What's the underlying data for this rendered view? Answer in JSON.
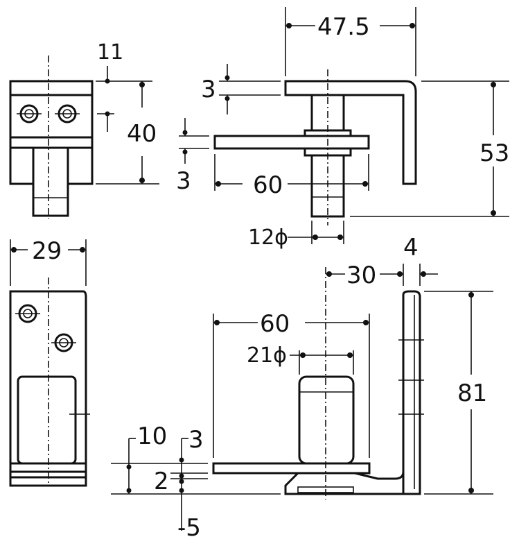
{
  "dimensions": {
    "top_width": "47.5",
    "top_flange": "3",
    "top_height": "53",
    "top_plate": "3",
    "top_plate_length": "60",
    "pin_diameter": "12ϕ",
    "side_offset": "11",
    "side_height": "40",
    "side_width": "29",
    "bottom_offset": "30",
    "bottom_thickness": "4",
    "bottom_plate_length": "60",
    "bottom_pin_diameter": "21ϕ",
    "bottom_height": "81",
    "bottom_left_10": "10",
    "bottom_left_3": "3",
    "bottom_left_2": "2",
    "bottom_left_5": "-5"
  }
}
